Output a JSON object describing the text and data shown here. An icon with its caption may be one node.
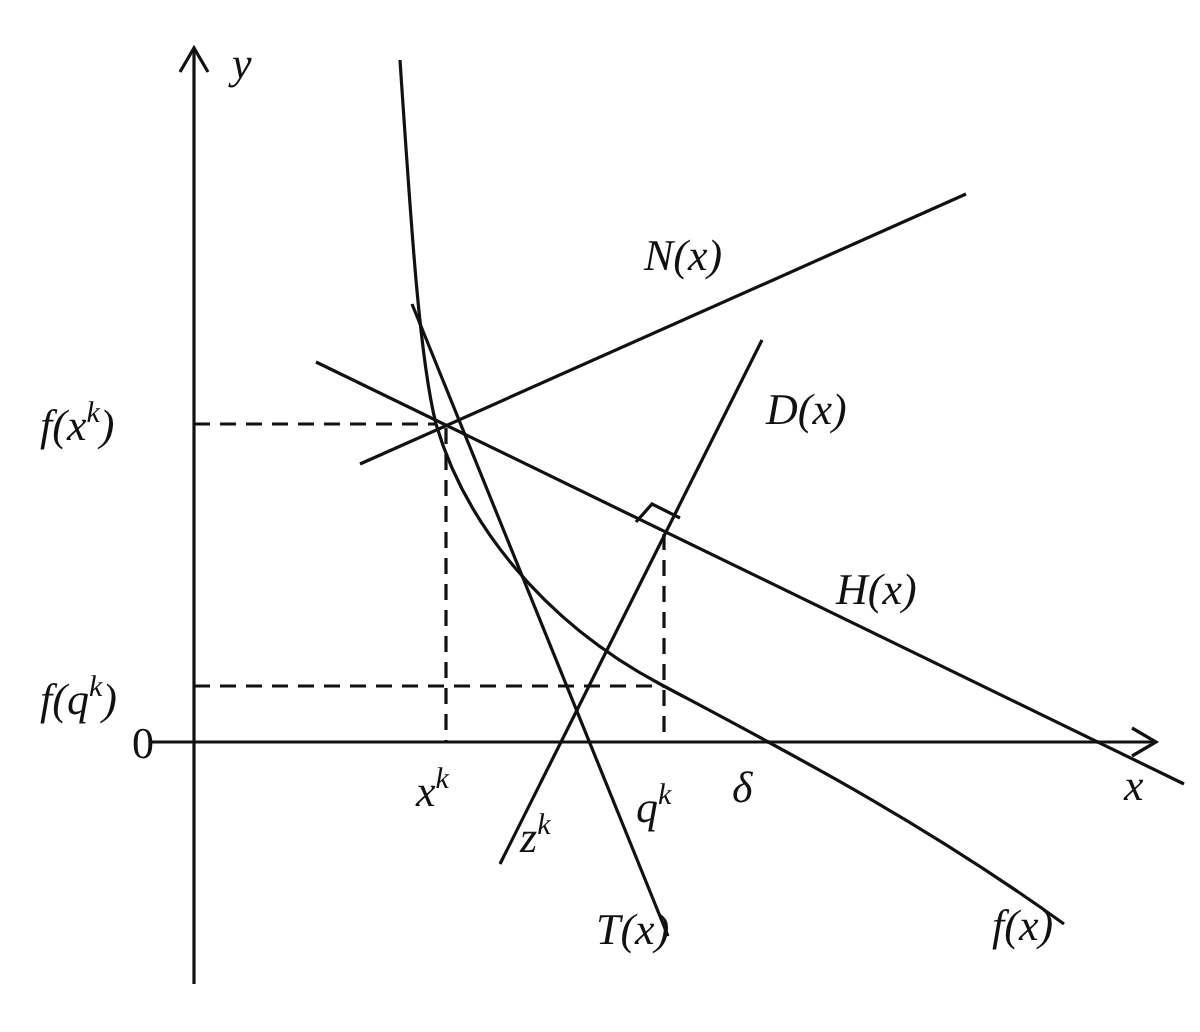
{
  "diagram": {
    "labels": [
      "y",
      "N(x)",
      "D(x)",
      "f(x$^{k}$)",
      "H(x)",
      "f(q$^{k}$)",
      "0",
      "x",
      "x$^{k}$",
      "z$^{k}$",
      "q$^{k}$",
      "δ",
      "T(x)",
      "f(x)"
    ]
  }
}
